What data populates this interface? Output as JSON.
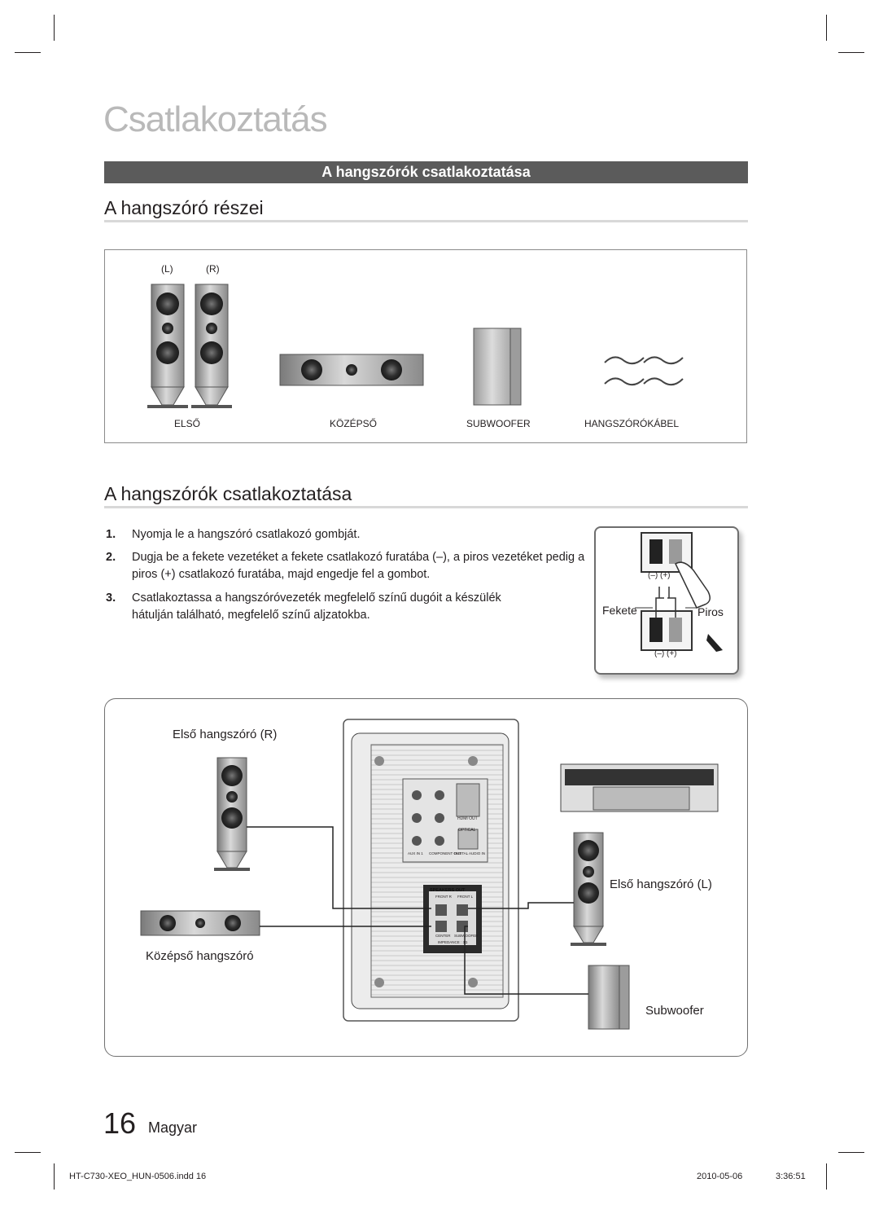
{
  "page": {
    "chapter_title": "Csatlakoztatás",
    "section_bar": "A hangszórók csatlakoztatása",
    "heading_parts": "A hangszóró részei",
    "heading_connect": "A hangszórók csatlakoztatása"
  },
  "parts": {
    "lr_left": "(L)",
    "lr_right": "(R)",
    "front": "ELSŐ",
    "center": "KÖZÉPSŐ",
    "subwoofer": "SUBWOOFER",
    "cable": "HANGSZÓRÓKÁBEL"
  },
  "steps": [
    {
      "num": "1.",
      "text": "Nyomja le a hangszóró csatlakozó gombját."
    },
    {
      "num": "2.",
      "text": "Dugja be a fekete vezetéket a fekete csatlakozó furatába (–), a piros vezetéket pedig a piros (+) csatlakozó furatába, majd engedje fel a gombot."
    },
    {
      "num": "3.",
      "text": "Csatlakoztassa a hangszóróvezeték megfelelő színű dugóit a készülék hátulján található, megfelelő színű aljzatokba."
    }
  ],
  "inset": {
    "polarity_top": "(–)  (+)",
    "black_label": "Fekete",
    "red_label": "Piros",
    "polarity_bottom": "(–)  (+)"
  },
  "diagram": {
    "front_right": "Első hangszóró (R)",
    "front_left": "Első hangszóró (L)",
    "center": "Középső hangszóró",
    "subwoofer": "Subwoofer",
    "panel_speakers_out": "SPEAKERS OUT",
    "panel_front_r": "FRONT R",
    "panel_front_l": "FRONT L",
    "panel_center": "CENTER",
    "panel_subwoofer": "SUBWOOFER",
    "panel_impedance": "IMPEDANCE : 3Ω",
    "panel_hdmi_out": "HDMI OUT",
    "panel_optical": "OPTICAL",
    "panel_aux_in": "AUX IN 1",
    "panel_component": "COMPONENT OUT",
    "panel_digital_audio": "DIGITAL AUDIO IN"
  },
  "footer": {
    "page_number": "16",
    "language": "Magyar",
    "file": "HT-C730-XEO_HUN-0506.indd   16",
    "date": "2010-05-06",
    "time": "3:36:51"
  }
}
